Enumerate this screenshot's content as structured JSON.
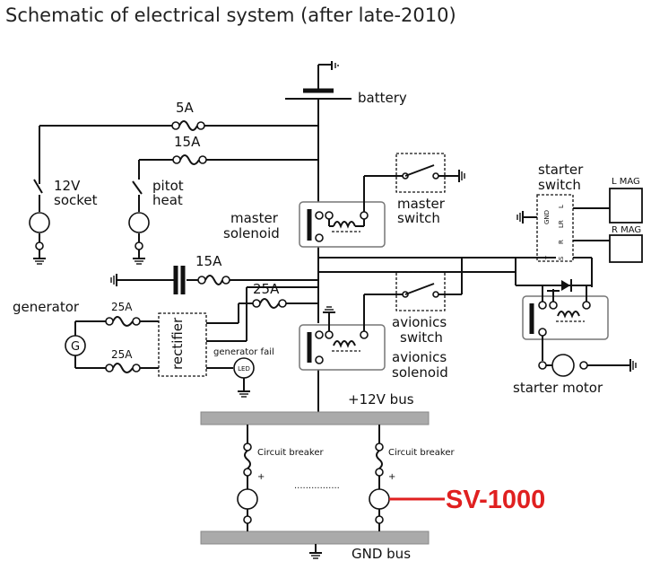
{
  "title": "Schematic of electrical system (after late-2010)",
  "components": {
    "battery": "battery",
    "master_solenoid": [
      "master",
      "solenoid"
    ],
    "master_switch": [
      "master",
      "switch"
    ],
    "avionics_switch": [
      "avionics",
      "switch"
    ],
    "avionics_solenoid": [
      "avionics",
      "solenoid"
    ],
    "starter_switch": [
      "starter",
      "switch"
    ],
    "starter_motor": "starter motor",
    "socket_12v": [
      "12V",
      "socket"
    ],
    "pitot_heat": [
      "pitot",
      "heat"
    ],
    "generator": "generator",
    "generator_symbol": "G",
    "rectifier": "rectifier",
    "generator_fail": "generator fail",
    "led": "LED",
    "l_mag": "L MAG",
    "r_mag": "R MAG"
  },
  "fuses": {
    "socket": "5A",
    "pitot": "15A",
    "capacitor_line": "15A",
    "rectifier_out": "25A",
    "gen_top": "25A",
    "gen_bottom": "25A"
  },
  "starter_switch_pins": [
    "GND",
    "L",
    "LR",
    "R",
    "+",
    "S"
  ],
  "buses": {
    "positive": "+12V bus",
    "ground": "GND bus"
  },
  "circuit_breakers": [
    "Circuit breaker",
    "Circuit breaker"
  ],
  "load_markers": {
    "plus": "+",
    "ellipsis": "................"
  },
  "highlight": {
    "label": "SV-1000",
    "color": "#e02020"
  }
}
